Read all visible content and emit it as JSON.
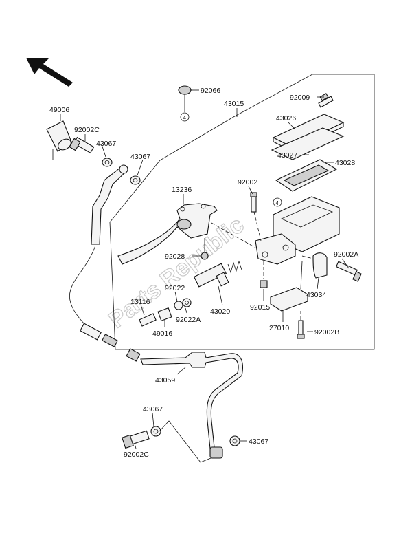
{
  "watermark": "Parts Republic",
  "callout_marker": "4",
  "labels": {
    "p49006": "49006",
    "p92002c_top": "92002C",
    "p43067_a": "43067",
    "p43067_b": "43067",
    "p92066": "92066",
    "p43015": "43015",
    "p92009": "92009",
    "p43026": "43026",
    "p43027": "43027",
    "p43028": "43028",
    "p13236": "13236",
    "p92002": "92002",
    "p92028": "92028",
    "p92002a": "92002A",
    "p92022": "92022",
    "p13116": "13116",
    "p92022a": "92022A",
    "p43020": "43020",
    "p92015": "92015",
    "p43034": "43034",
    "p49016": "49016",
    "p27010": "27010",
    "p92002b": "92002B",
    "p43059": "43059",
    "p43067_c": "43067",
    "p92002c_bottom": "92002C",
    "p43067_d": "43067"
  }
}
